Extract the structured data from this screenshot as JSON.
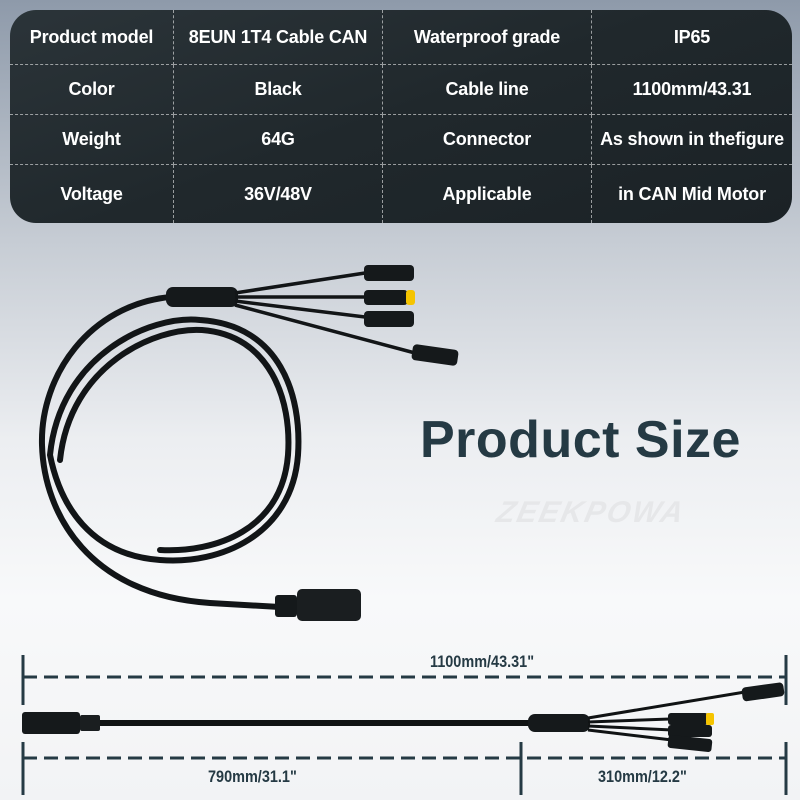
{
  "spec_table": {
    "rows": [
      {
        "label1": "Product model",
        "value1": "8EUN 1T4 Cable CAN",
        "label2": "Waterproof grade",
        "value2": "IP65"
      },
      {
        "label1": "Color",
        "value1": "Black",
        "label2": "Cable line",
        "value2": "1100mm/43.31"
      },
      {
        "label1": "Weight",
        "value1": "64G",
        "label2": "Connector",
        "value2": "As shown in thefigure"
      },
      {
        "label1": "Voltage",
        "value1": "36V/48V",
        "label2": "Applicable",
        "value2": "in CAN Mid Motor"
      }
    ]
  },
  "heading": {
    "title": "Product Size",
    "watermark": "ZEEKPOWA"
  },
  "dimensions": {
    "total": "1100mm/43.31\"",
    "main_segment": "790mm/31.1\"",
    "branch_segment": "310mm/12.2\""
  },
  "colors": {
    "table_bg": "#20282c",
    "title": "#253a44",
    "dim_line": "#253a44",
    "connector_accent": "#f5c400"
  }
}
